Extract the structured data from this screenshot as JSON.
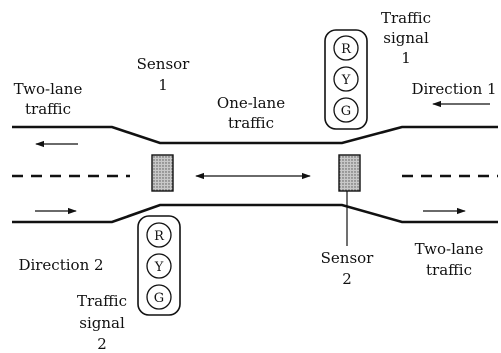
{
  "labels": {
    "two_lane_left": [
      "Two-lane",
      "traffic"
    ],
    "two_lane_right": [
      "Two-lane",
      "traffic"
    ],
    "one_lane": [
      "One-lane",
      "traffic"
    ],
    "sensor1": [
      "Sensor",
      "1"
    ],
    "sensor2": [
      "Sensor",
      "2"
    ],
    "signal1": [
      "Traffic",
      "signal",
      "1"
    ],
    "signal2": [
      "Traffic",
      "signal",
      "2"
    ],
    "direction1": "Direction 1",
    "direction2": "Direction 2"
  },
  "lights": [
    "R",
    "Y",
    "G"
  ],
  "colors": {
    "ink": "#111111",
    "sensor_fill": "#b8b8b8"
  }
}
